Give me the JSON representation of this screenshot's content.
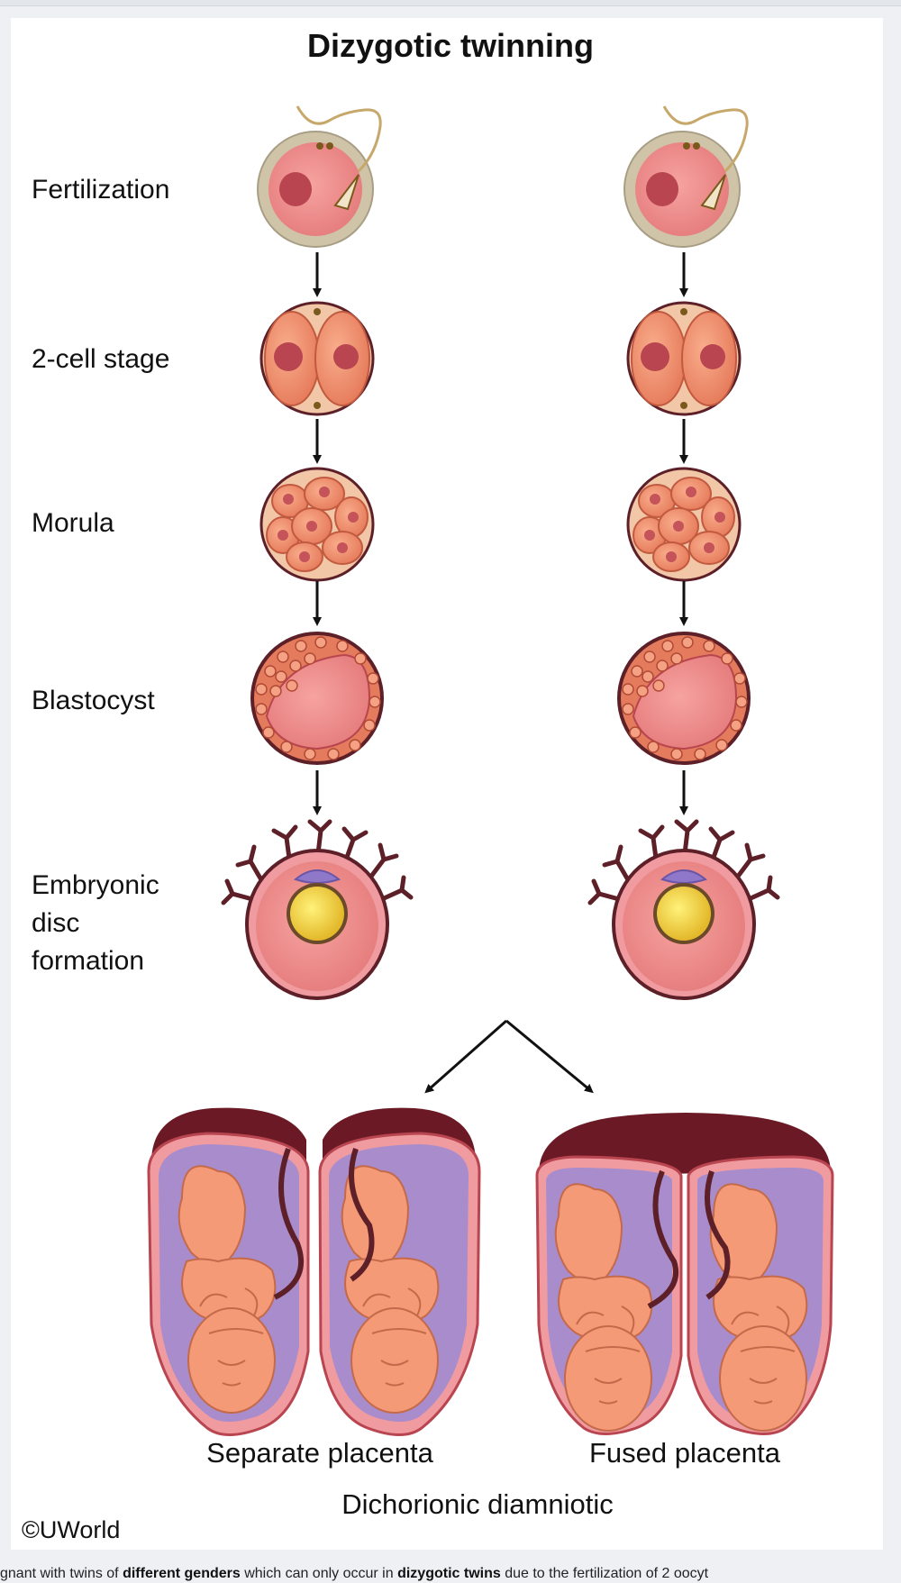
{
  "diagram": {
    "title": "Dizygotic twinning",
    "stages": [
      "Fertilization",
      "2-cell stage",
      "Morula",
      "Blastocyst",
      "Embryonic\ndisc\nformation"
    ],
    "captions": {
      "left": "Separate placenta",
      "right": "Fused placenta",
      "bottom": "Dichorionic diamniotic"
    },
    "copyright": "©UWorld"
  },
  "footer": {
    "parts": [
      {
        "text": "gnant with twins of ",
        "bold": false
      },
      {
        "text": "different genders",
        "bold": true
      },
      {
        "text": " which can only occur in ",
        "bold": false
      },
      {
        "text": "dizygotic twins",
        "bold": true
      },
      {
        "text": " due to the fertilization of 2 oocyt",
        "bold": false
      }
    ]
  },
  "colors": {
    "cell_pink": "#ea8585",
    "cell_orange": "#f08b6b",
    "outline": "#5e2028",
    "zona": "#cfc4a8",
    "yolk": "#f2d43c",
    "amnion_purple": "#a98ccc",
    "placenta": "#6b1a25",
    "fetus": "#f49a76"
  }
}
